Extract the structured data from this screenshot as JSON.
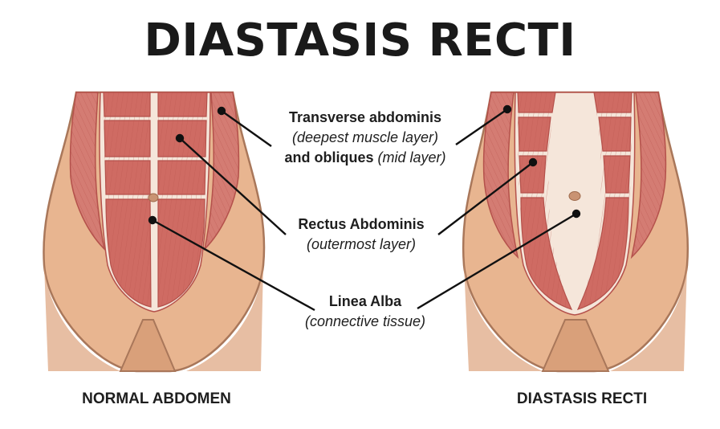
{
  "title": "DIASTASIS RECTI",
  "labels": {
    "transverse": {
      "name": "Transverse abdominis",
      "desc": "(deepest muscle layer)",
      "name2": "and obliques",
      "desc2": "(mid layer)"
    },
    "rectus": {
      "name": "Rectus Abdominis",
      "desc": "(outermost layer)"
    },
    "linea": {
      "name": "Linea Alba",
      "desc": "(connective tissue)"
    }
  },
  "captions": {
    "left": "NORMAL ABDOMEN",
    "right": "DIASTASIS RECTI"
  },
  "colors": {
    "skin": "#E8B590",
    "skin_edge": "#B07F5C",
    "muscle": "#CF6B63",
    "muscle_dark": "#B4514B",
    "oblique": "#D47C73",
    "linea": "#F5E6DA"
  }
}
